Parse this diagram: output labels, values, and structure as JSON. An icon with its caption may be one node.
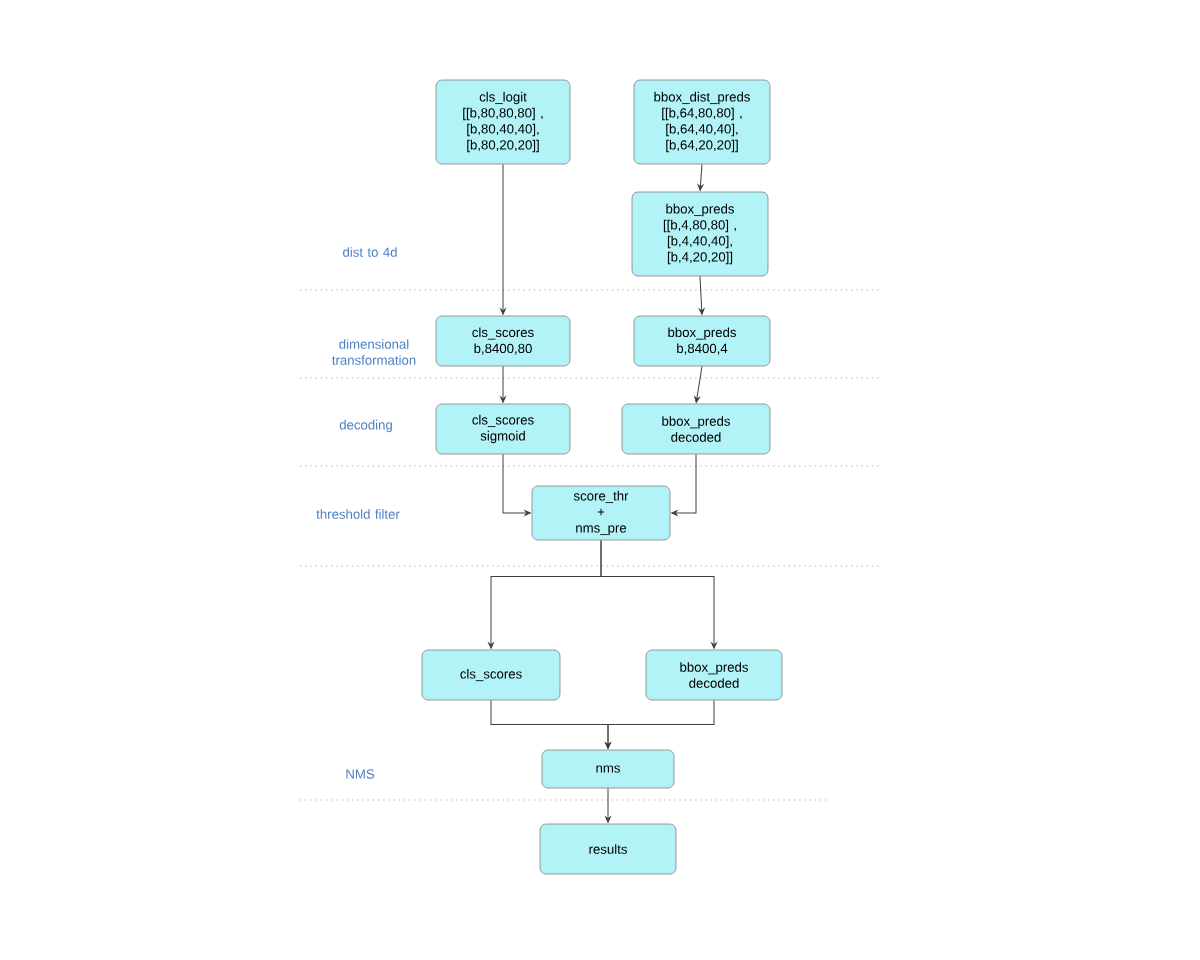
{
  "diagram": {
    "nodes": [
      {
        "text": [
          "cls_logit",
          "[[b,80,80,80] , [b,80,40,40], [b,80,20,20]]"
        ]
      },
      {
        "text": [
          "bbox_dist_preds",
          "[[b,64,80,80] , [b,64,40,40], [b,64,20,20]]"
        ]
      },
      {
        "text": [
          "bbox_preds",
          "[[b,4,80,80] , [b,4,40,40], [b,4,20,20]]"
        ]
      },
      {
        "text": [
          "cls_scores",
          "b,8400,80"
        ]
      },
      {
        "text": [
          "bbox_preds",
          "b,8400,4"
        ]
      },
      {
        "text": [
          "cls_scores",
          "sigmoid"
        ]
      },
      {
        "text": [
          "bbox_preds",
          "decoded"
        ]
      },
      {
        "text": [
          "score_thr",
          "+",
          "nms_pre"
        ]
      },
      {
        "text": [
          "cls_scores"
        ]
      },
      {
        "text": [
          "bbox_preds",
          "decoded"
        ]
      },
      {
        "text": [
          "nms"
        ]
      },
      {
        "text": [
          "results"
        ]
      }
    ],
    "edges": [
      {
        "from": 0,
        "to": 3,
        "arrow": "to"
      },
      {
        "from": 1,
        "to": 2,
        "arrow": "to"
      },
      {
        "from": 2,
        "to": 4,
        "arrow": "to"
      },
      {
        "from": 3,
        "to": 5,
        "arrow": "to"
      },
      {
        "from": 4,
        "to": 6,
        "arrow": "to"
      },
      {
        "from": 5,
        "to": 7,
        "arrow": "to"
      },
      {
        "from": 6,
        "to": 7,
        "arrow": "to"
      },
      {
        "from": 7,
        "to": 8,
        "arrow": "to"
      },
      {
        "from": 7,
        "to": 9,
        "arrow": "to"
      },
      {
        "from": 8,
        "to": 10,
        "arrow": "to"
      },
      {
        "from": 9,
        "to": 10,
        "arrow": "to"
      },
      {
        "from": 10,
        "to": 11,
        "arrow": "to"
      }
    ],
    "labels": [
      "dist to 4d",
      "dimensional transformation",
      "decoding",
      "threshold filter",
      "NMS"
    ]
  }
}
